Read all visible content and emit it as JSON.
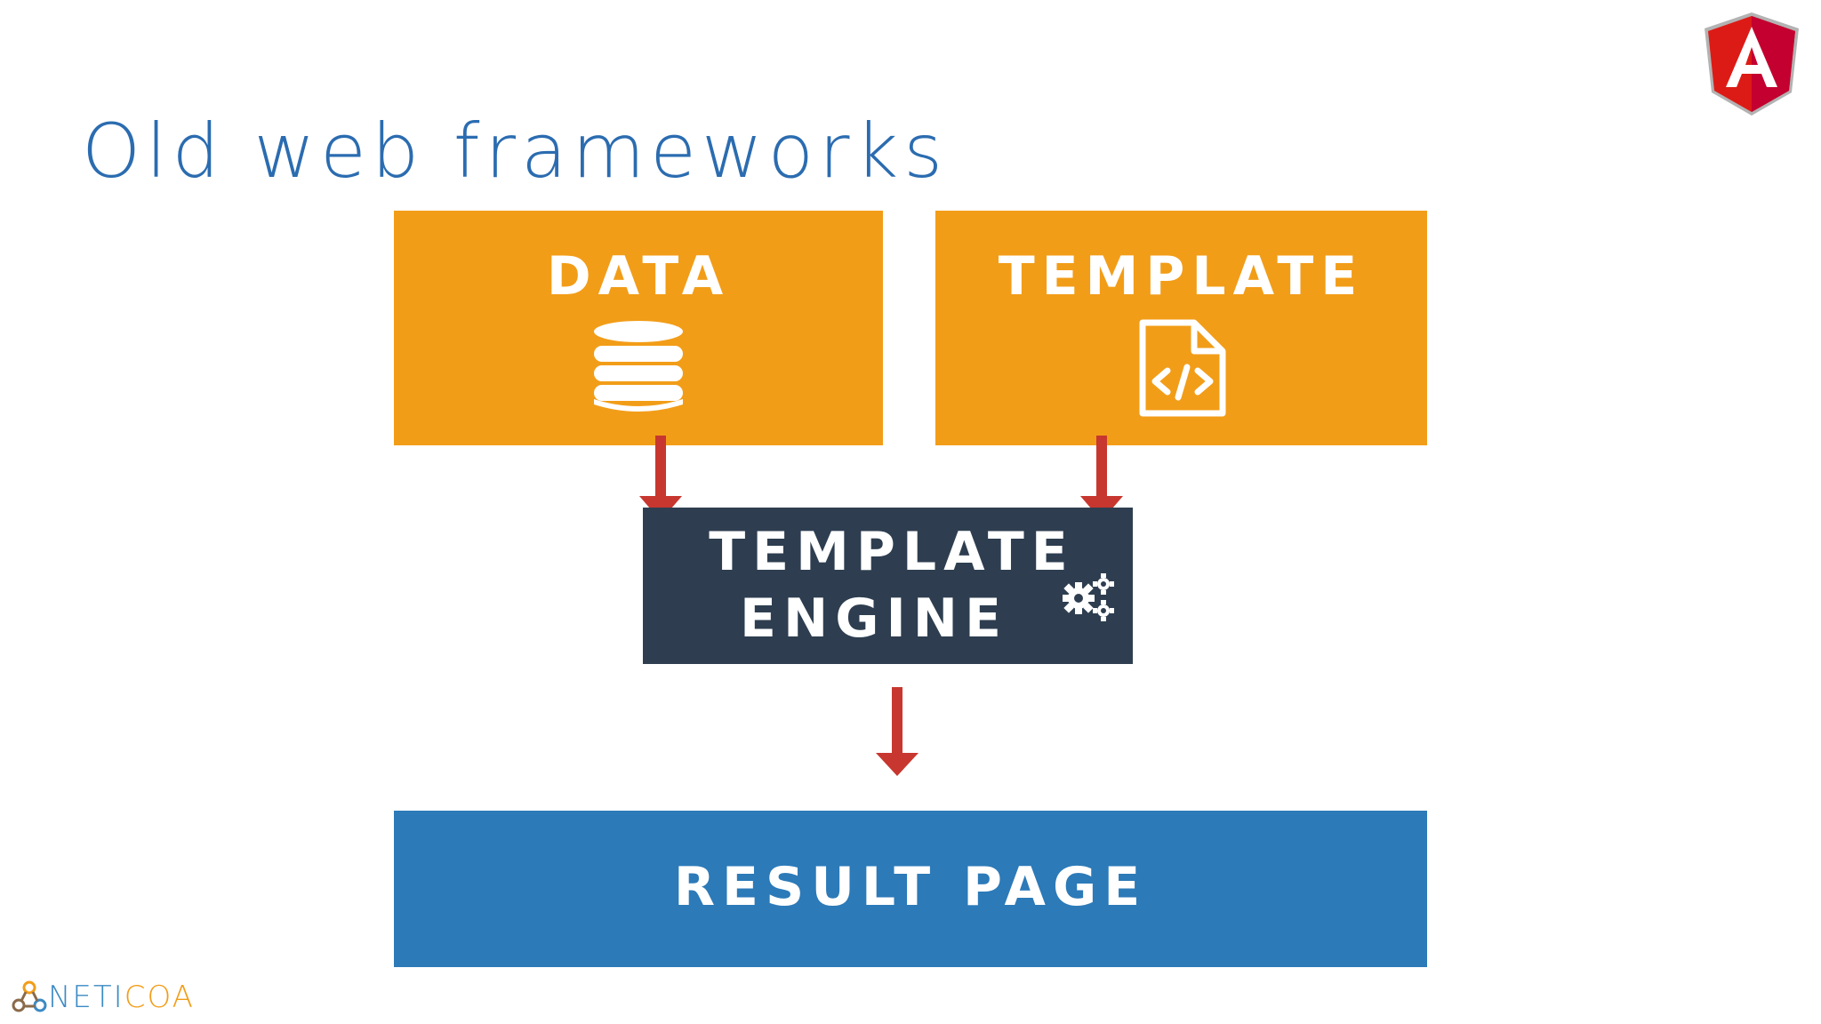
{
  "title": "Old web frameworks",
  "diagram": {
    "data_box": {
      "label": "DATA",
      "icon": "database-icon"
    },
    "template_box": {
      "label": "TEMPLATE",
      "icon": "code-file-icon"
    },
    "engine_box": {
      "label_line1": "TEMPLATE",
      "label_line2": "ENGINE",
      "icon": "gears-icon"
    },
    "result_box": {
      "label": "RESULT PAGE"
    }
  },
  "logo": {
    "name": "angular-logo"
  },
  "brand": {
    "part1": "NETI",
    "part2": "COA"
  },
  "colors": {
    "title": "#2b6cb0",
    "orange": "#f29d18",
    "engine": "#2e3e50",
    "result": "#2c7ab8",
    "arrow": "#c7372f",
    "angular_red": "#dd1b16"
  }
}
